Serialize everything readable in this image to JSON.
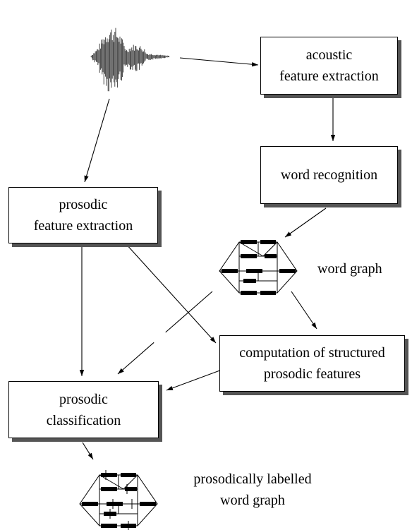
{
  "boxes": {
    "acoustic": "acoustic\nfeature extraction",
    "word_recognition": "word recognition",
    "prosodic_extraction": "prosodic\nfeature extraction",
    "computation": "computation of structured\nprosodic features",
    "classification": "prosodic\nclassification"
  },
  "labels": {
    "word_graph": "word graph",
    "labelled_graph": "prosodically labelled\nword graph"
  }
}
